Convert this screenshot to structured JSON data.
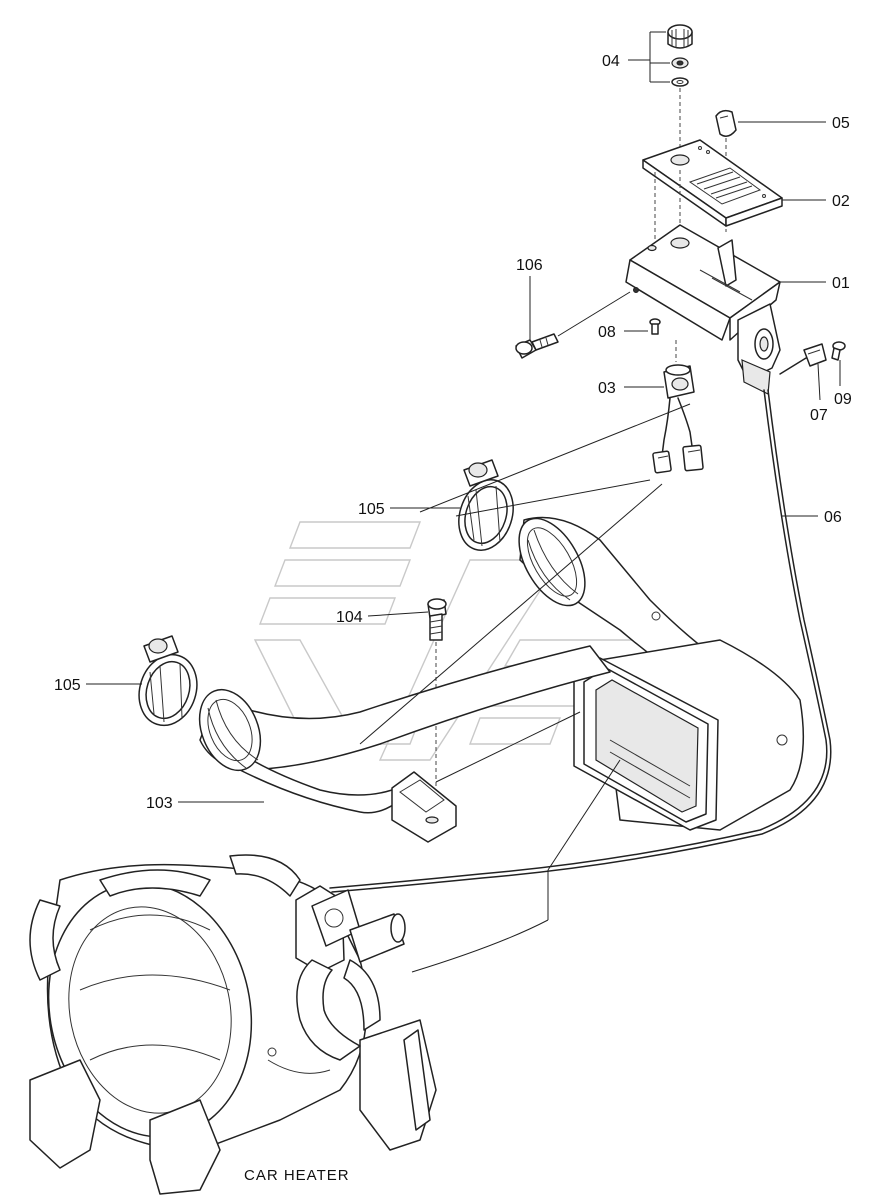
{
  "caption": "CAR HEATER",
  "callouts": {
    "p04": "04",
    "p05": "05",
    "p02": "02",
    "p106": "106",
    "p01": "01",
    "p08": "08",
    "p03": "03",
    "p09": "09",
    "p07": "07",
    "p06": "06",
    "p105a": "105",
    "p104": "104",
    "p105b": "105",
    "p103": "103"
  }
}
